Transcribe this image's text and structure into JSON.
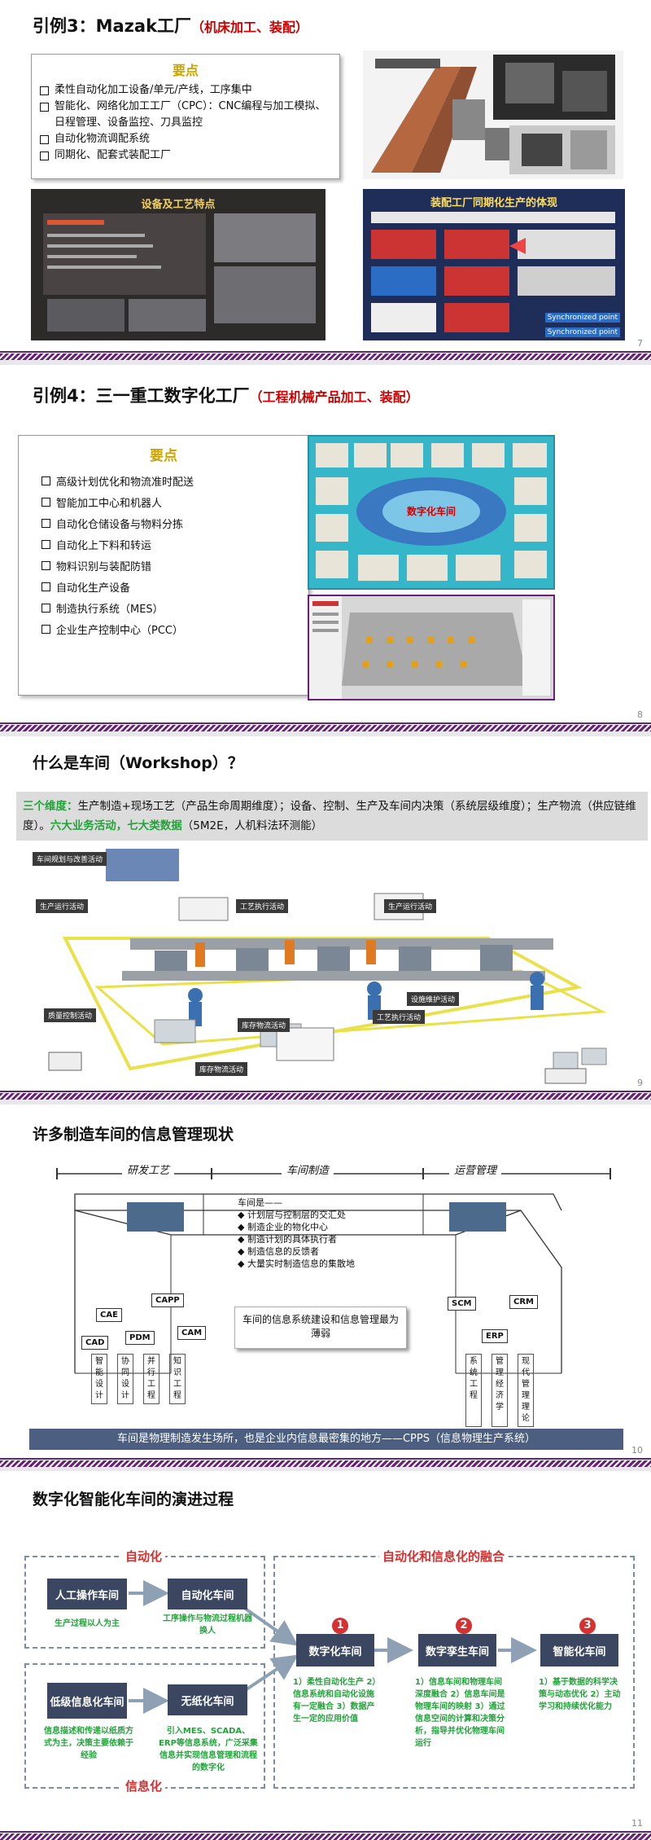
{
  "slide7": {
    "title": "引例3：Mazak工厂",
    "subtitle": "（机床加工、装配）",
    "key_heading": "要点",
    "points": [
      "柔性自动化加工设备/单元/产线，工序集中",
      "智能化、网络化加工工厂（CPC）：CNC编程与加工模拟、日程管理、设备监控、刀具监控",
      "自动化物流调配系统",
      "同期化、配套式装配工厂"
    ],
    "photo1_heading": "设备及工艺特点",
    "photo2_heading": "装配工厂同期化生产的体现",
    "photo2_labels": [
      "Synchronized point",
      "Synchronized point"
    ],
    "page": "7"
  },
  "slide8": {
    "title": "引例4：三一重工数字化工厂",
    "subtitle": "（工程机械产品加工、装配）",
    "key_heading": "要点",
    "points": [
      "高级计划优化和物流准时配送",
      "智能加工中心和机器人",
      "自动化仓储设备与物料分拣",
      "自动化上下料和转运",
      "物料识别与装配防错",
      "自动化生产设备",
      "制造执行系统（MES）",
      "企业生产控制中心（PCC）"
    ],
    "ring_center": "数字化车间",
    "page": "8"
  },
  "slide9": {
    "title": "什么是车间（Workshop）？",
    "bar_green1": "三个维度：",
    "bar_text1": "生产制造+现场工艺（产品生命周期维度）；设备、控制、生产及车间内决策（系统层级维度）；生产物流（供应链维度）。",
    "bar_green2": "六大业务活动，七大类数据",
    "bar_text2": "（5M2E，人机料法环测能）",
    "labels": [
      "车间规划与改善活动",
      "生产运行活动",
      "工艺执行活动",
      "生产运行活动",
      "质量控制活动",
      "设施维护活动",
      "工艺执行活动",
      "库存物流活动",
      "库存物流活动"
    ],
    "page": "9"
  },
  "slide10": {
    "title": "许多制造车间的信息管理现状",
    "sections": [
      "研发工艺",
      "车间制造",
      "运营管理"
    ],
    "center_head": "车间是——",
    "center_points": [
      "计划层与控制层的交汇处",
      "制造企业的物化中心",
      "制造计划的具体执行者",
      "制造信息的反馈者",
      "大量实时制造信息的集散地"
    ],
    "center_box": "车间的信息系统建设和信息管理最为薄弱",
    "left_tags": [
      "CAE",
      "CAPP",
      "PDM",
      "CAM",
      "CAD"
    ],
    "left_cols": [
      "智能设计",
      "协同设计",
      "并行工程",
      "知识工程"
    ],
    "right_tags": [
      "SCM",
      "CRM",
      "ERP"
    ],
    "right_cols": [
      "系统工程",
      "管理经济学",
      "现代管理理论"
    ],
    "footer": "车间是物理制造发生场所，也是企业内信息最密集的地方——CPPS（信息物理生产系统）",
    "page": "10"
  },
  "slide11": {
    "title": "数字化智能化车间的演进过程",
    "label_auto": "自动化",
    "label_fusion": "自动化和信息化的融合",
    "label_info": "信息化",
    "n_manual": "人工操作车间",
    "n_auto": "自动化车间",
    "t_manual": "生产过程以人为主",
    "t_auto": "工序操作与物流过程机器换人",
    "n_lowinfo": "低级信息化车间",
    "n_paperless": "无纸化车间",
    "t_lowinfo": "信息描述和传递以纸质方式为主，决策主要依赖于经验",
    "t_paperless": "引入MES、SCADA、ERP等信息系统，广泛采集信息并实现信息管理和流程的数字化",
    "n_digital": "数字化车间",
    "n_twin": "数字孪生车间",
    "n_smart": "智能化车间",
    "steps": [
      "1",
      "2",
      "3"
    ],
    "t_digital": "1）柔性自动化生产 2）信息系统和自动化设施有一定融合 3）数据产生一定的应用价值",
    "t_twin": "1）信息车间和物理车间深度融合 2）信息车间是物理车间的映射 3）通过信息空间的计算和决策分析，指导并优化物理车间运行",
    "t_smart": "1）基于数据的科学决策与动态优化 2）主动学习和持续优化能力",
    "page": "11"
  }
}
